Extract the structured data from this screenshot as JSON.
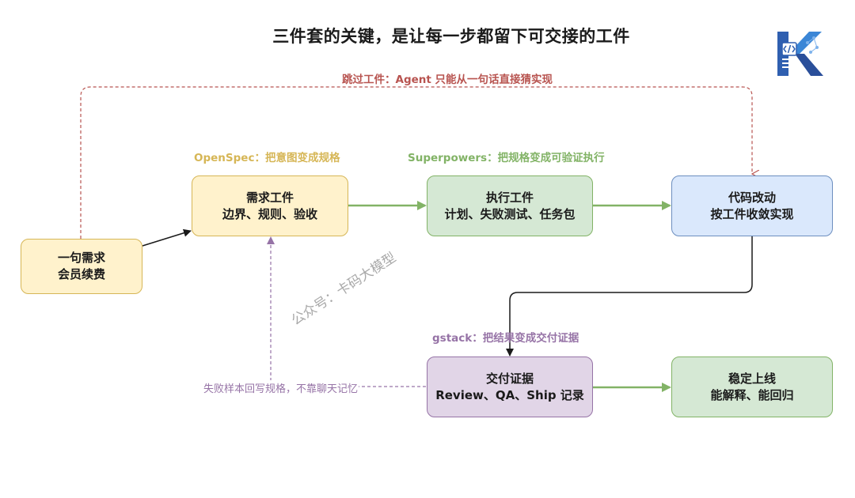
{
  "title": "三件套的关键，是让每一步都留下可交接的工件",
  "logo": {
    "letter": "K",
    "icon": "code-brackets-icon"
  },
  "skip_label": "跳过工件：Agent 只能从一句话直接猜实现",
  "stage_labels": {
    "openspec": "OpenSpec：把意图变成规格",
    "superpowers": "Superpowers：把规格变成可验证执行",
    "gstack": "gstack：把结果变成交付证据"
  },
  "nodes": {
    "input": {
      "line1": "一句需求",
      "line2": "会员续费"
    },
    "req": {
      "line1": "需求工件",
      "line2": "边界、规则、验收"
    },
    "exec": {
      "line1": "执行工件",
      "line2": "计划、失败测试、任务包"
    },
    "code": {
      "line1": "代码改动",
      "line2": "按工件收敛实现"
    },
    "evidence": {
      "line1": "交付证据",
      "line2": "Review、QA、Ship 记录"
    },
    "release": {
      "line1": "稳定上线",
      "line2": "能解释、能回归"
    }
  },
  "feedback_label": "失败样本回写规格，不靠聊天记忆",
  "watermark": "公众号：卡码大模型",
  "colors": {
    "yellow_fill": "#fff2cc",
    "yellow_stroke": "#d6b656",
    "green_fill": "#d5e8d4",
    "green_stroke": "#82b366",
    "blue_fill": "#dae8fc",
    "blue_stroke": "#6c8ebf",
    "purple_fill": "#e1d5e7",
    "purple_stroke": "#9673a6",
    "red": "#b85450"
  }
}
